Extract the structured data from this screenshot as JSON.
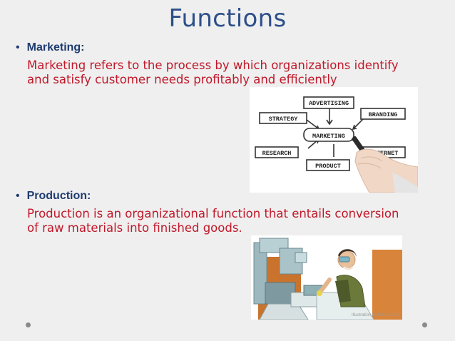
{
  "slide": {
    "title": "Functions",
    "sections": [
      {
        "heading": "Marketing:",
        "text_line1": "Marketing refers to the process by which organizations identify",
        "text_line2": "and satisfy customer needs profitably and efficiently"
      },
      {
        "heading": "Production:",
        "text_line1": "Production is an organizational function that entails conversion",
        "text_line2": "of raw materials into finished goods."
      }
    ]
  },
  "marketing_diagram": {
    "center": "MARKETING",
    "labels": [
      "ADVERTISING",
      "STRATEGY",
      "BRANDING",
      "RESEARCH",
      "INTERNET",
      "PRODUCT"
    ]
  },
  "production_image": {
    "credit": "Illustration by Chris Gash"
  },
  "colors": {
    "title": "#2d4f8a",
    "heading": "#1f3c6e",
    "body": "#c0182a",
    "background": "#efefef"
  }
}
